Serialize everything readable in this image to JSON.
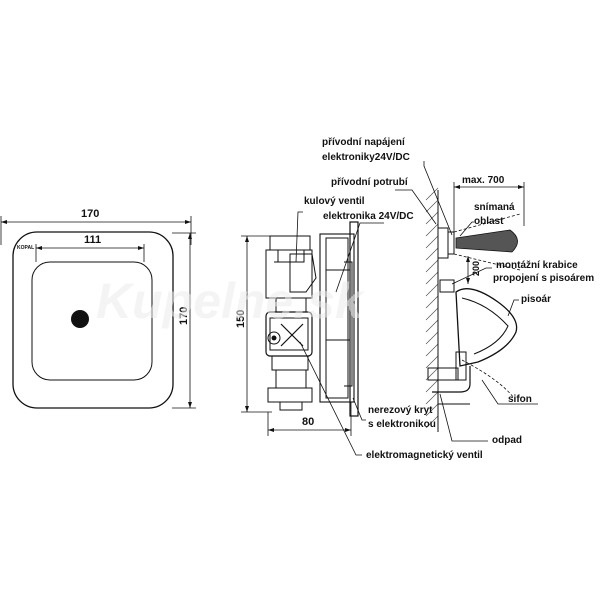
{
  "watermark": "Kupelne.sk",
  "front_view": {
    "brand_mark": "KOPAL",
    "dim_width_outer": "170",
    "dim_height_outer": "170",
    "dim_inner": "111"
  },
  "side_view": {
    "dim_height": "150",
    "dim_depth": "80",
    "dim_max": "max. 700",
    "dim_height_small": "200"
  },
  "labels": {
    "power": "přívodní napájení\nelektroniky24V/DC",
    "supply_pipe": "přívodní potrubí",
    "ball_valve": "kulový ventil",
    "electronics": "elektronika 24V/DC",
    "sensing_area": "snímaná\noblast",
    "mounting_box": "montážní krabice\npropojení s pisoárem",
    "urinal": "pisoár",
    "stainless_cover": "nerezový kryt\ns elektronikou",
    "siphon": "sifon",
    "drain": "odpad",
    "solenoid_valve": "elektromagnetický ventil"
  }
}
